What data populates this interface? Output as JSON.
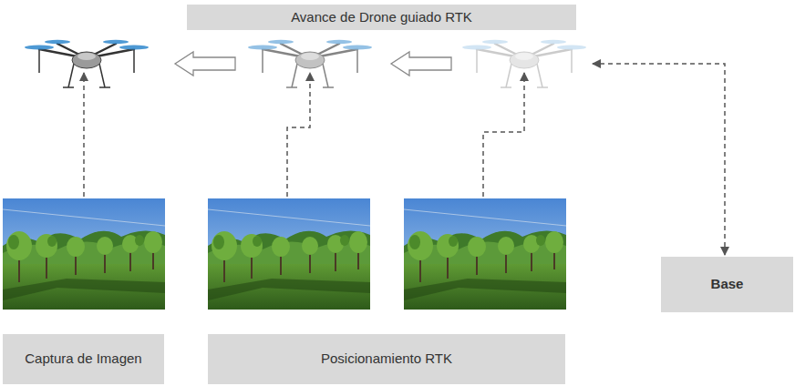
{
  "diagram": {
    "title": "Avance de Drone guiado RTK",
    "nodes": [
      {
        "text": [
          "Captura de Imagen"
        ]
      },
      {
        "text": [
          "Posicionamiento RTK"
        ]
      },
      {
        "text": [
          "Base"
        ]
      }
    ]
  }
}
